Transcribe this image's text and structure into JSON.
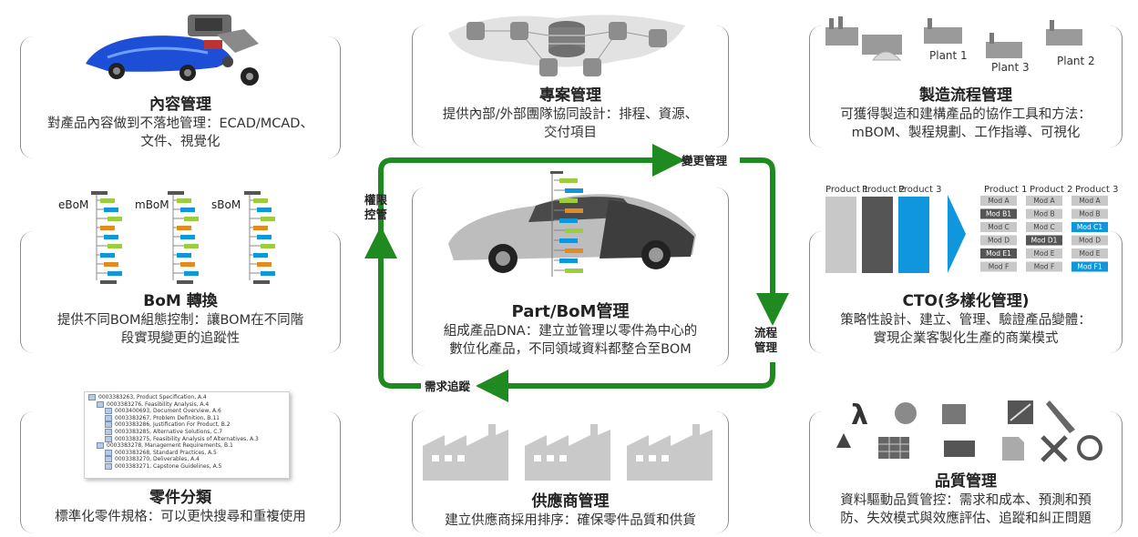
{
  "cards": {
    "content": {
      "title": "內容管理",
      "desc": [
        "對產品內容做到不落地管理：ECAD/MCAD、",
        "文件、視覺化"
      ]
    },
    "project": {
      "title": "專案管理",
      "desc": [
        "提供內部/外部團隊協同設計：排程、資源、",
        "交付項目"
      ]
    },
    "mfg": {
      "title": "製造流程管理",
      "desc": [
        "可獲得製造和建構產品的協作工具和方法：",
        "mBOM、製程規劃、工作指導、可視化"
      ],
      "plants": [
        "Plant 1",
        "Plant 3",
        "Plant 2"
      ]
    },
    "bom": {
      "title": "BoM 轉換",
      "desc": [
        "提供不同BOM組態控制：讓BOM在不同階",
        "段實現變更的追蹤性"
      ],
      "labels": [
        "eBoM",
        "mBoM",
        "sBoM"
      ]
    },
    "part": {
      "title": "Part/BoM管理",
      "desc": [
        "組成產品DNA：建立並管理以零件為中心的",
        "數位化產品，不同領域資料都整合至BOM"
      ]
    },
    "cto": {
      "title": "CTO(多樣化管理)",
      "desc": [
        "策略性設計、建立、管理、驗證產品變體：",
        "實現企業客製化生產的商業模式"
      ]
    },
    "parts": {
      "title": "零件分類",
      "desc": [
        "標準化零件規格：可以更快搜尋和重複使用"
      ]
    },
    "supplier": {
      "title": "供應商管理",
      "desc": [
        "建立供應商採用排序：確保零件品質和供貨"
      ]
    },
    "quality": {
      "title": "品質管理",
      "desc": [
        "資料驅動品質管控：需求和成本、預測和預",
        "防、失效模式與效應評估、追蹤和糾正問題"
      ]
    }
  },
  "flow": {
    "change": "變更管理",
    "permission": [
      "權限",
      "控管"
    ],
    "process": [
      "流程",
      "管理"
    ],
    "demand": "需求追蹤"
  },
  "cto_table": {
    "left_products": [
      "Product 1",
      "Product 2",
      "Product 3"
    ],
    "right_products": [
      "Product 1",
      "Product 2",
      "Product 3"
    ],
    "columns": [
      [
        "Mod A",
        "Mod B1",
        "Mod C",
        "Mod D",
        "Mod E1",
        "Mod F"
      ],
      [
        "Mod A",
        "Mod B",
        "Mod C",
        "Mod D1",
        "Mod E",
        "Mod F"
      ],
      [
        "Mod A",
        "Mod B",
        "Mod C1",
        "Mod D",
        "Mod E",
        "Mod F1"
      ]
    ]
  },
  "tree_rows": [
    "0003383263, Product Specification, A.4",
    "0003383276, Feasibility Analysis, A.4",
    "0003400693, Document Overview, A.6",
    "0003383267, Problem Definition, B.11",
    "0003383286, Justification For Product, B.2",
    "0003383285, Alternative Solutions, C.7",
    "0003383275, Feasibility Analysis of Alternatives, A.3",
    "0003383278, Management Requirements, B.1",
    "0003383268, Standard Practices, A.5",
    "0003383270, Deliverables, A.4",
    "0003383271, Capstone Guidelines, A.5"
  ],
  "colors": {
    "green": "#1f8a1f",
    "blue": "#0f96dc",
    "dark": "#555555",
    "grey": "#c8c8c8"
  }
}
